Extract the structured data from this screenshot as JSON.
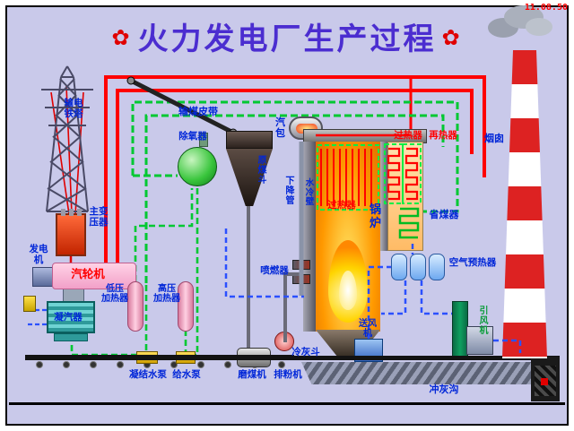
{
  "timestamp": "11.08.50",
  "title": "火力发电厂生产过程",
  "ornament_left": "✿",
  "ornament_right": "✿",
  "labels": {
    "transmission_tower": "输电\n铁塔",
    "main_transformer": "主变\n压器",
    "generator": "发电\n机",
    "steam_turbine": "汽轮机",
    "condenser": "凝汽器",
    "lp_heater": "低压\n加热器",
    "hp_heater": "高压\n加热器",
    "deaerator": "除氧器",
    "coal_conveyor": "输煤皮带",
    "raw_coal_hopper": "原\n煤\n斗",
    "steam_drum": "汽\n包",
    "downcomer": "下\n降\n管",
    "water_wall": "水\n冷\n壁",
    "platen_superheater": "过热器",
    "superheater": "过热器",
    "reheater": "再热器",
    "boiler": "锅\n炉",
    "economizer": "省煤器",
    "air_preheater": "空气预热器",
    "burner": "喷燃器",
    "cold_ash_hopper": "冷灰斗",
    "condensate_pump": "凝结水泵",
    "feed_pump": "给水泵",
    "coal_mill": "磨煤机",
    "powder_exhauster": "排粉机",
    "fd_fan": "送风\n机",
    "id_fan": "引\n风\n机",
    "ash_ditch": "冲灰沟",
    "chimney": "烟囱"
  },
  "colors": {
    "background": "#c9c9ea",
    "title": "#4b2dd0",
    "label": "#0026d8",
    "steam_pipe": "#ff0000",
    "water_pipe": "#00c832",
    "air_pipe": "#2b50ff"
  }
}
